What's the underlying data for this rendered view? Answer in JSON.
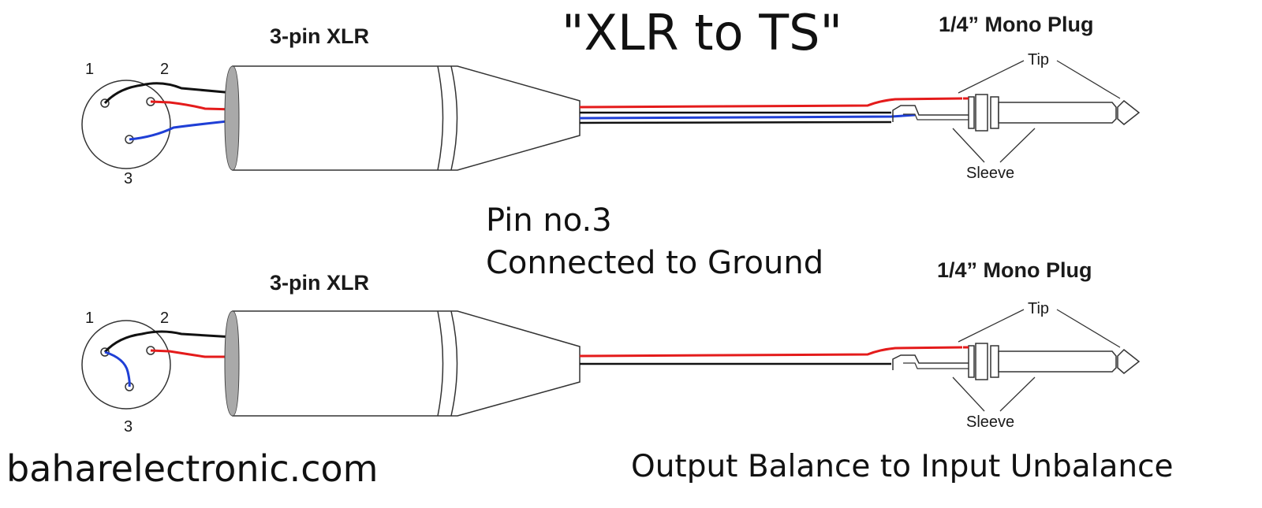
{
  "title": "\"XLR to TS\"",
  "note": {
    "line1": "Pin no.3",
    "line2": "Connected to Ground"
  },
  "diagrams": [
    {
      "xlr_label": "3-pin XLR",
      "plug_label": "1/4” Mono Plug",
      "pins": [
        "1",
        "2",
        "3"
      ],
      "tip_label": "Tip",
      "sleeve_label": "Sleeve"
    },
    {
      "xlr_label": "3-pin XLR",
      "plug_label": "1/4” Mono Plug",
      "pins": [
        "1",
        "2",
        "3"
      ],
      "tip_label": "Tip",
      "sleeve_label": "Sleeve"
    }
  ],
  "footer": {
    "website": "baharelectronic.com",
    "description": "Output Balance to Input Unbalance"
  },
  "colors": {
    "wire_hot": "#e41b1b",
    "wire_cold": "#1f3fd6",
    "wire_ground": "#111111",
    "outline": "#222222",
    "connector_face": "#a9a9a9"
  }
}
